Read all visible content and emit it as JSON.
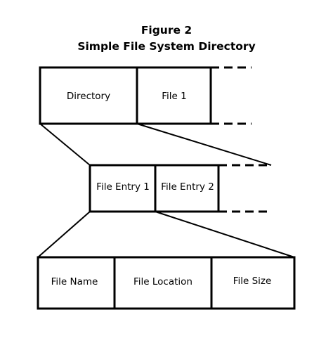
{
  "figure": {
    "title": "Figure 2",
    "subtitle": "Simple File System Directory"
  },
  "level_1": {
    "cells": [
      "Directory",
      "File 1"
    ]
  },
  "level_2": {
    "cells": [
      "File Entry 1",
      "File Entry 2"
    ]
  },
  "level_3": {
    "cells": [
      "File Name",
      "File Location",
      "File Size"
    ]
  }
}
